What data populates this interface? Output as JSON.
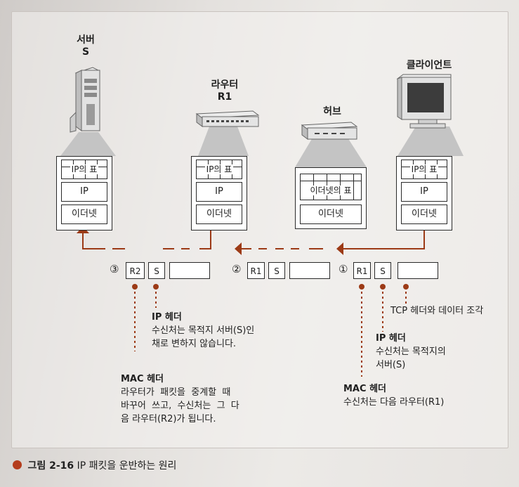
{
  "nodes": {
    "server": {
      "name_line1": "서버",
      "name_line2": "S"
    },
    "router": {
      "name_line1": "라우터",
      "name_line2": "R1"
    },
    "hub": {
      "name": "허브"
    },
    "client": {
      "name": "클라이언트"
    }
  },
  "stacks": {
    "server": {
      "table": "IP의 표",
      "ip": "IP",
      "eth": "이더넷"
    },
    "router": {
      "table": "IP의 표",
      "ip": "IP",
      "eth": "이더넷"
    },
    "hub": {
      "table": "이더넷의 표",
      "eth": "이더넷"
    },
    "client": {
      "table": "IP의 표",
      "ip": "IP",
      "eth": "이더넷"
    }
  },
  "packets": [
    {
      "step": "③",
      "mac": "R2",
      "ip": "S"
    },
    {
      "step": "②",
      "mac": "R1",
      "ip": "S"
    },
    {
      "step": "①",
      "mac": "R1",
      "ip": "S"
    }
  ],
  "annotations": {
    "ip_header_left": {
      "title": "IP 헤더",
      "lines": [
        "수신처는 목적지 서버(S)인",
        "채로 변하지 않습니다."
      ]
    },
    "mac_header_left": {
      "title": "MAC 헤더",
      "lines": [
        "라우터가  패킷을  중계할  때",
        "바꾸어  쓰고,  수신처는  그  다",
        "음 라우터(R2)가 됩니다."
      ]
    },
    "tcp_note": "TCP 헤더와 데이터 조각",
    "ip_header_right": {
      "title": "IP 헤더",
      "lines": [
        "수신처는 목적지의",
        "서버(S)"
      ]
    },
    "mac_header_right": {
      "title": "MAC 헤더",
      "lines": [
        "수신처는 다음 라우터(R1)"
      ]
    }
  },
  "caption": {
    "label": "그림 2-16",
    "text": "IP 패킷을 운반하는 원리"
  },
  "colors": {
    "arrow": "#9c3a16",
    "dot": "#9c3a16",
    "caption_icon": "#b43c1c"
  }
}
